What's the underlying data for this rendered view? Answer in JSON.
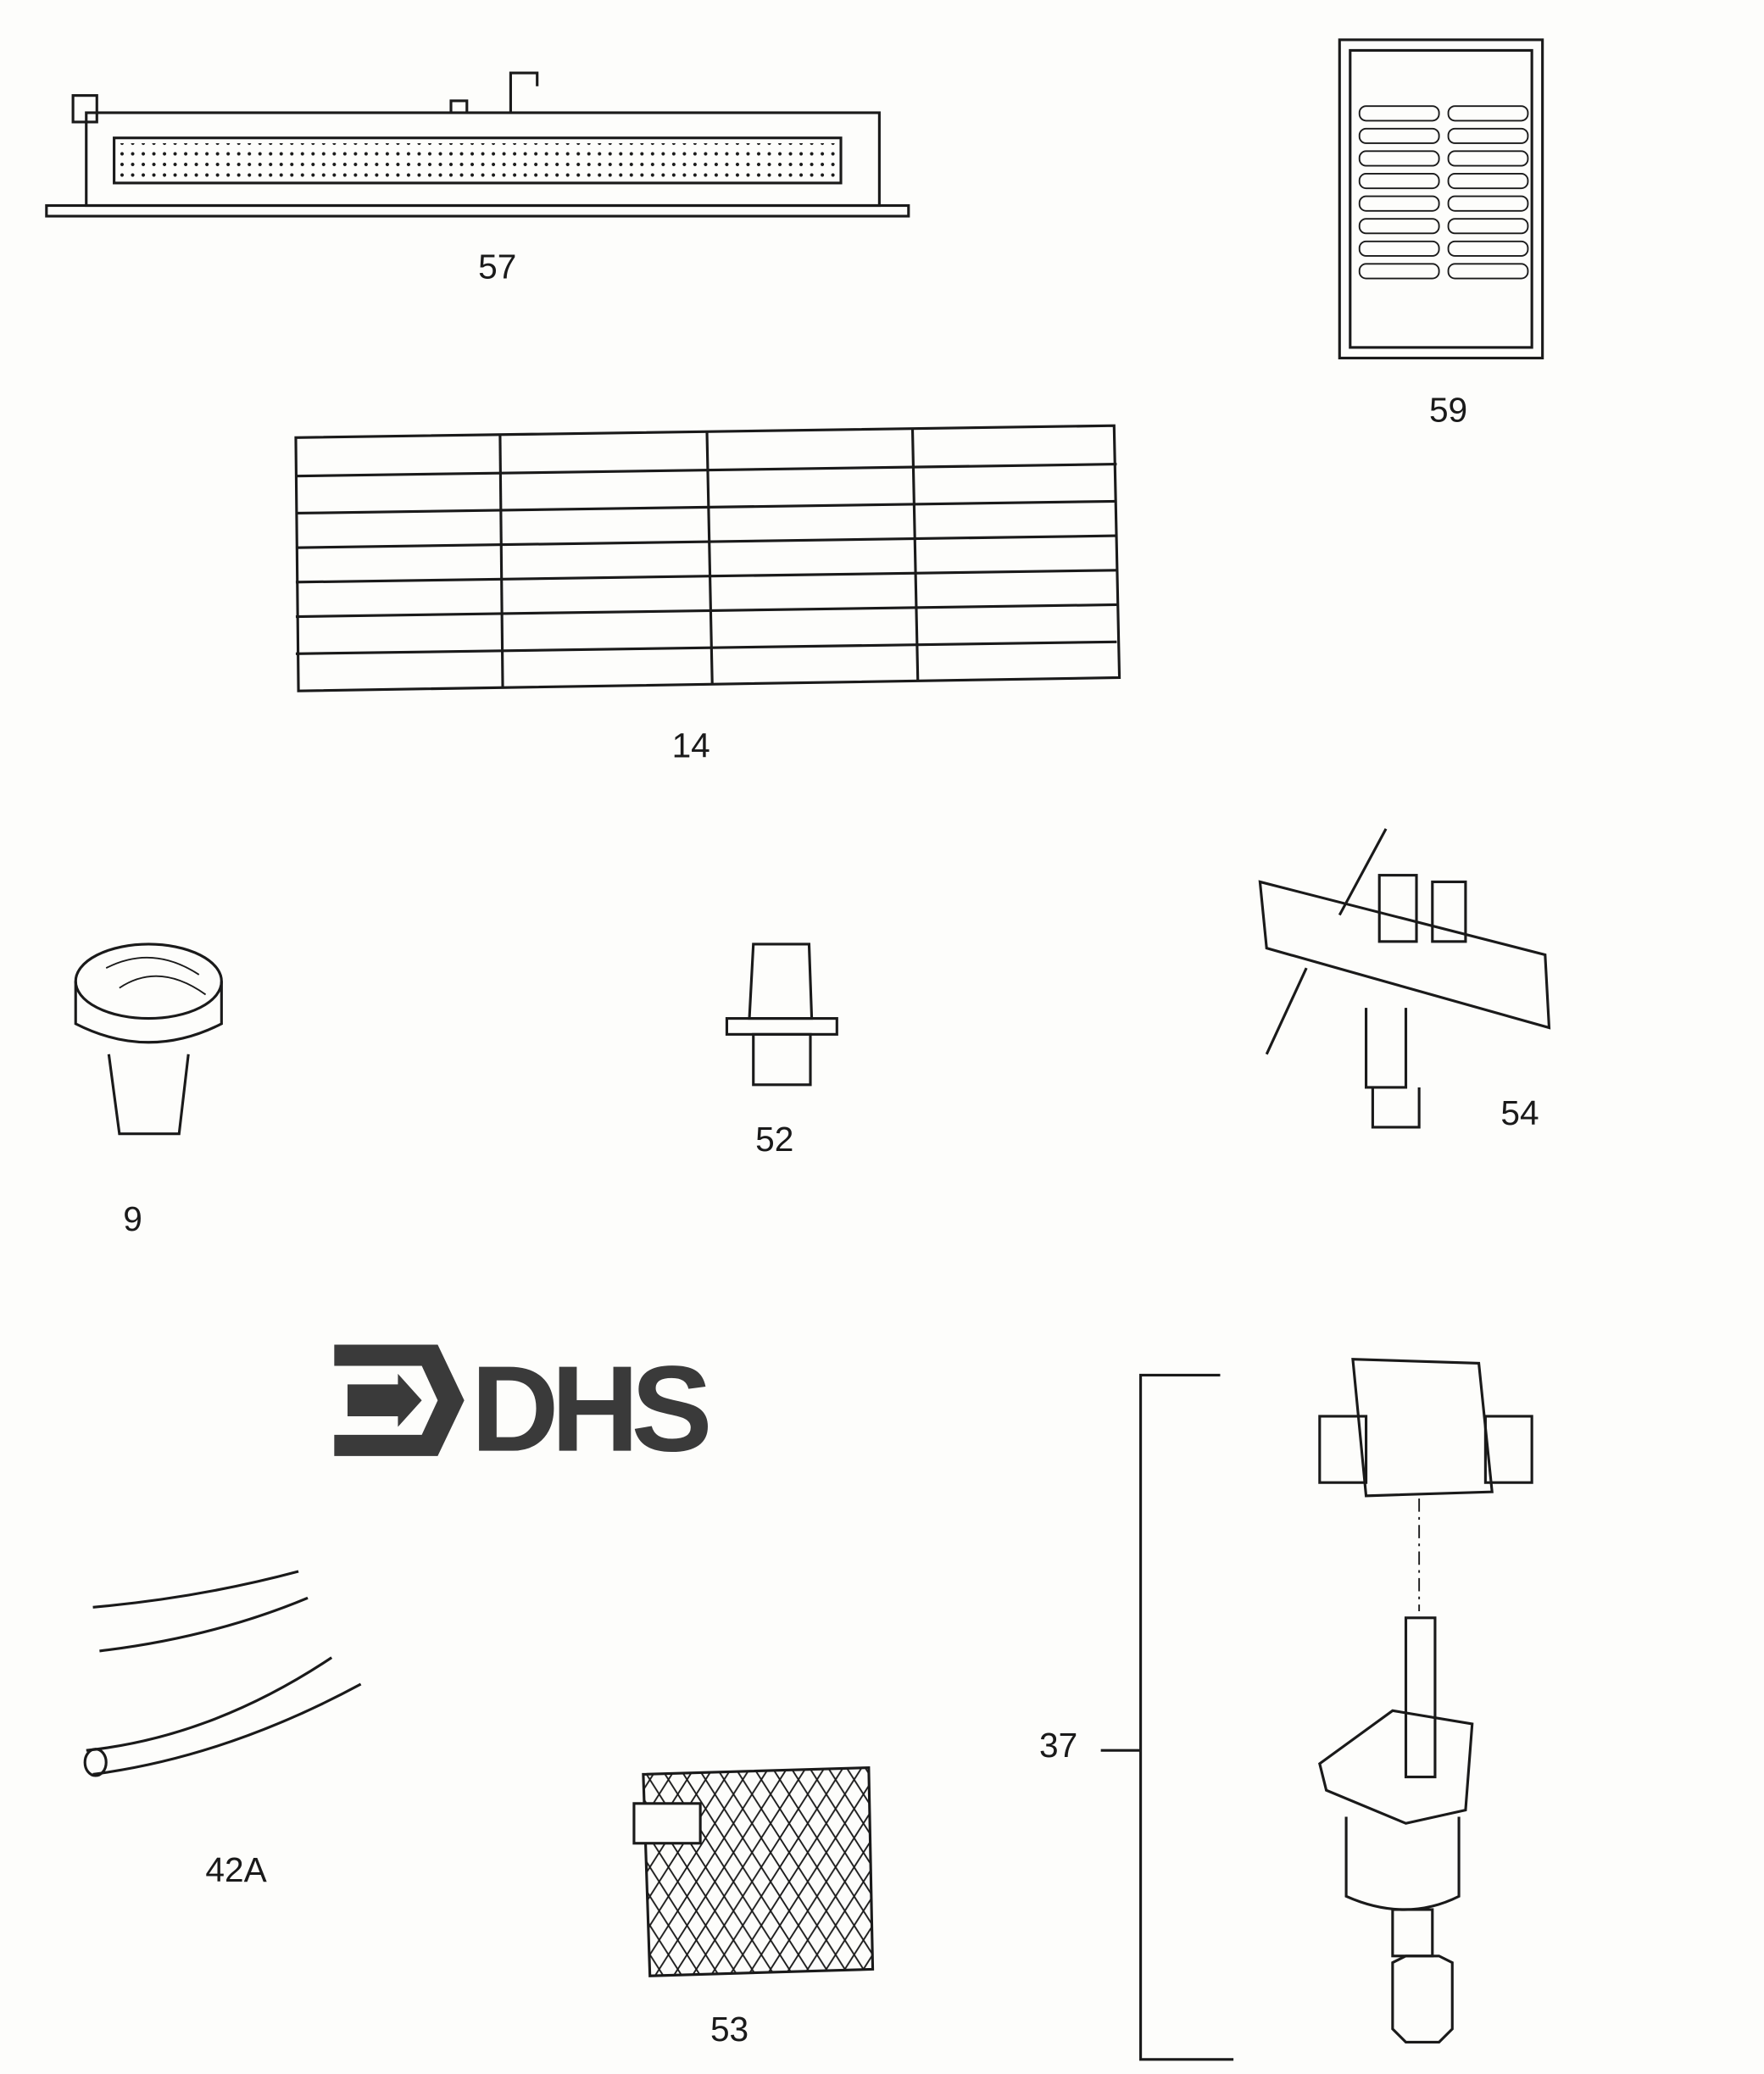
{
  "colors": {
    "ink": "#1a1a1a",
    "paper": "#fdfdfb",
    "logo": "#3a3a3a"
  },
  "logo": {
    "text": "DHS"
  },
  "parts": [
    {
      "id": "burner",
      "label": "57"
    },
    {
      "id": "grille",
      "label": "59"
    },
    {
      "id": "radiant-grid",
      "label": "14"
    },
    {
      "id": "knob",
      "label": "9"
    },
    {
      "id": "orifice",
      "label": "52"
    },
    {
      "id": "pilot-assembly",
      "label": "54"
    },
    {
      "id": "tubing",
      "label": "42A"
    },
    {
      "id": "screen",
      "label": "53"
    },
    {
      "id": "valve-assembly",
      "label": "37"
    }
  ]
}
